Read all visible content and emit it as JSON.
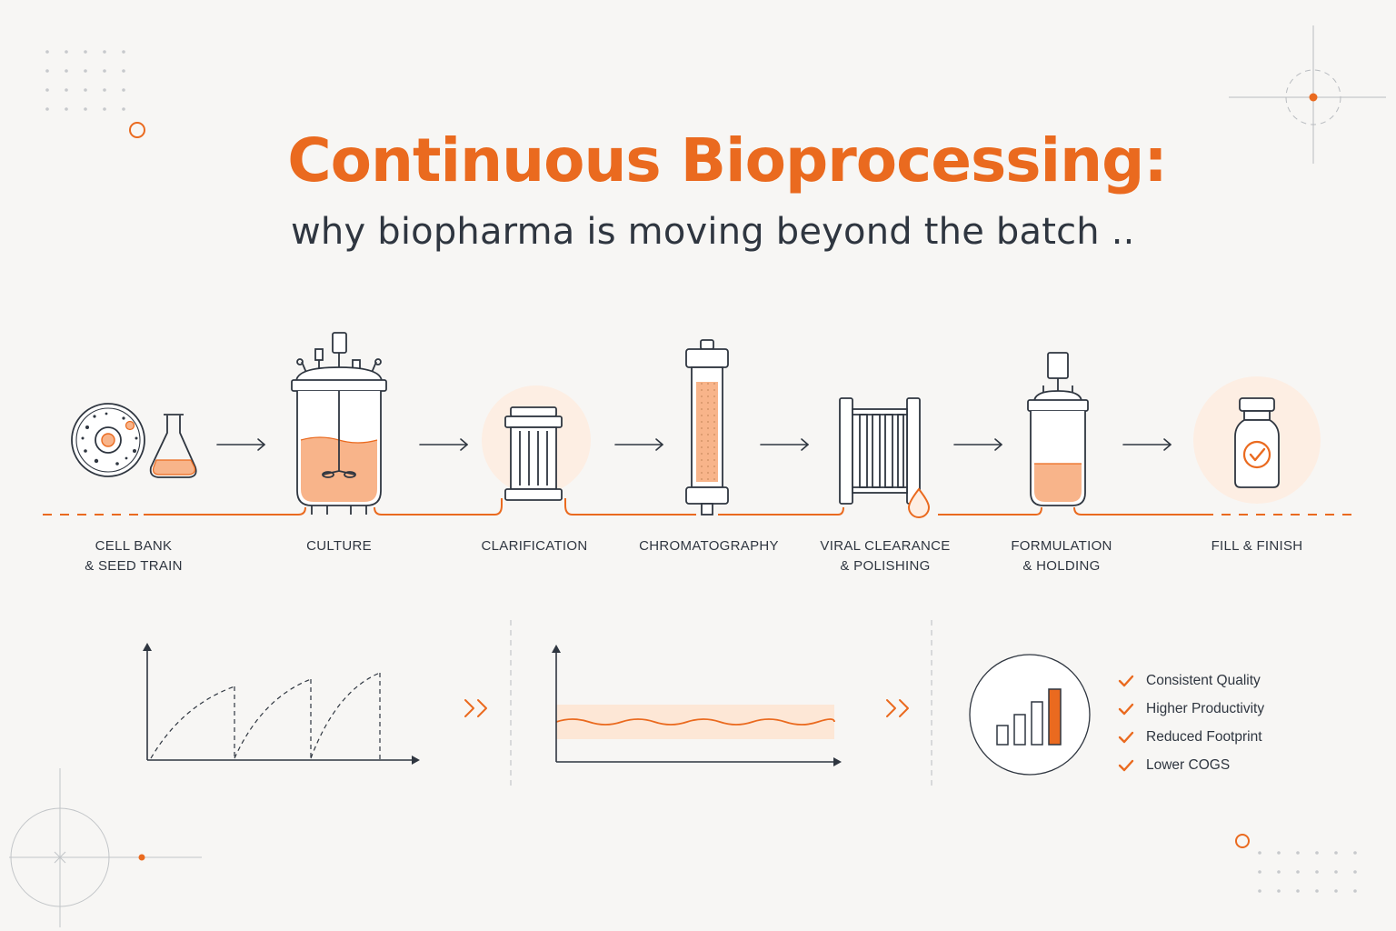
{
  "header": {
    "title": "Continuous Bioprocessing:",
    "subtitle": "why biopharma is moving beyond the batch .."
  },
  "colors": {
    "accent": "#ea6a1f",
    "fill_light": "#f8b48a",
    "halo": "#fdeee3",
    "ink": "#2f3640",
    "background": "#f7f6f4"
  },
  "process_steps": [
    {
      "id": "cell-bank",
      "lines": [
        "CELL BANK",
        "& SEED TRAIN"
      ],
      "icon": "petri-dish-flask-icon"
    },
    {
      "id": "culture",
      "lines": [
        "CULTURE"
      ],
      "icon": "bioreactor-icon"
    },
    {
      "id": "clarification",
      "lines": [
        "CLARIFICATION"
      ],
      "icon": "filter-cartridge-icon"
    },
    {
      "id": "chromatography",
      "lines": [
        "CHROMATOGRAPHY"
      ],
      "icon": "chromatography-column-icon"
    },
    {
      "id": "viral-clearance",
      "lines": [
        "VIRAL CLEARANCE",
        "& POLISHING"
      ],
      "icon": "membrane-filter-icon"
    },
    {
      "id": "formulation",
      "lines": [
        "FORMULATION",
        "& HOLDING"
      ],
      "icon": "holding-tank-icon"
    },
    {
      "id": "fill-finish",
      "lines": [
        "FILL & FINISH"
      ],
      "icon": "vial-check-icon"
    }
  ],
  "comparison": {
    "panels": [
      {
        "id": "batch",
        "icon": "sawtooth-chart-icon"
      },
      {
        "id": "continuous",
        "icon": "steady-state-chart-icon"
      },
      {
        "id": "outcome",
        "icon": "rising-bars-icon"
      }
    ],
    "transition_icon": "double-chevron-right-icon"
  },
  "benefits": [
    "Consistent Quality",
    "Higher Productivity",
    "Reduced Footprint",
    "Lower COGS"
  ]
}
